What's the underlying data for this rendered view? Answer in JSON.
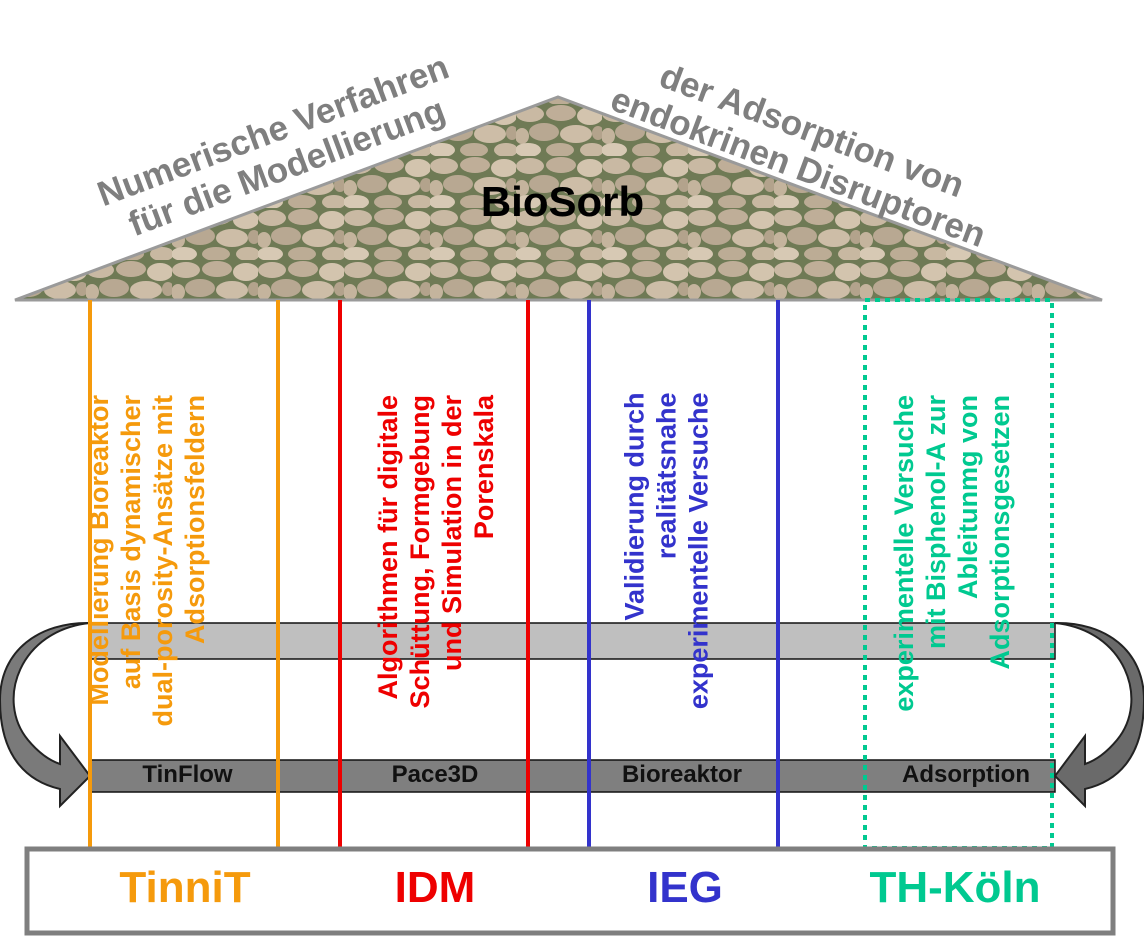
{
  "title": "BioSorb",
  "roof": {
    "left_lines": [
      "Numerische Verfahren",
      "für die Modellierung"
    ],
    "right_lines": [
      "der Adsorption von",
      "endokrinen Disruptoren"
    ]
  },
  "pillars": [
    {
      "lines": [
        "Modellierung Bioreaktor",
        "auf Basis dynamischer",
        "dual-porosity-Ansätze mit",
        "Adsorptionsfeldern"
      ],
      "color": "#f59a0c",
      "band_label": "TinFlow",
      "institution": "TinniT"
    },
    {
      "lines": [
        "Algorithmen für digitale",
        "Schüttung, Formgebung",
        "und Simulation in der",
        "Porenskala"
      ],
      "color": "#ee0000",
      "band_label": "Pace3D",
      "institution": "IDM"
    },
    {
      "lines": [
        "Validierung durch",
        "realitätsnahe",
        "experimentelle Versuche"
      ],
      "color": "#3333cc",
      "band_label": "Bioreaktor",
      "institution": "IEG"
    },
    {
      "lines": [
        "experimentelle Versuche",
        "mit Bisphenol-A zur",
        "Ableitunmg von",
        "Adsorptionsgesetzen"
      ],
      "color": "#00c990",
      "band_label": "Adsorption",
      "institution": "TH-Köln"
    }
  ],
  "colors": {
    "roof_text": "#7f7f7f",
    "upper_band": "#bfbfbf",
    "lower_band": "#7f7f7f",
    "frame": "#7f7f7f"
  },
  "icons": [
    "curved-arrow-left-icon",
    "curved-arrow-right-icon"
  ]
}
